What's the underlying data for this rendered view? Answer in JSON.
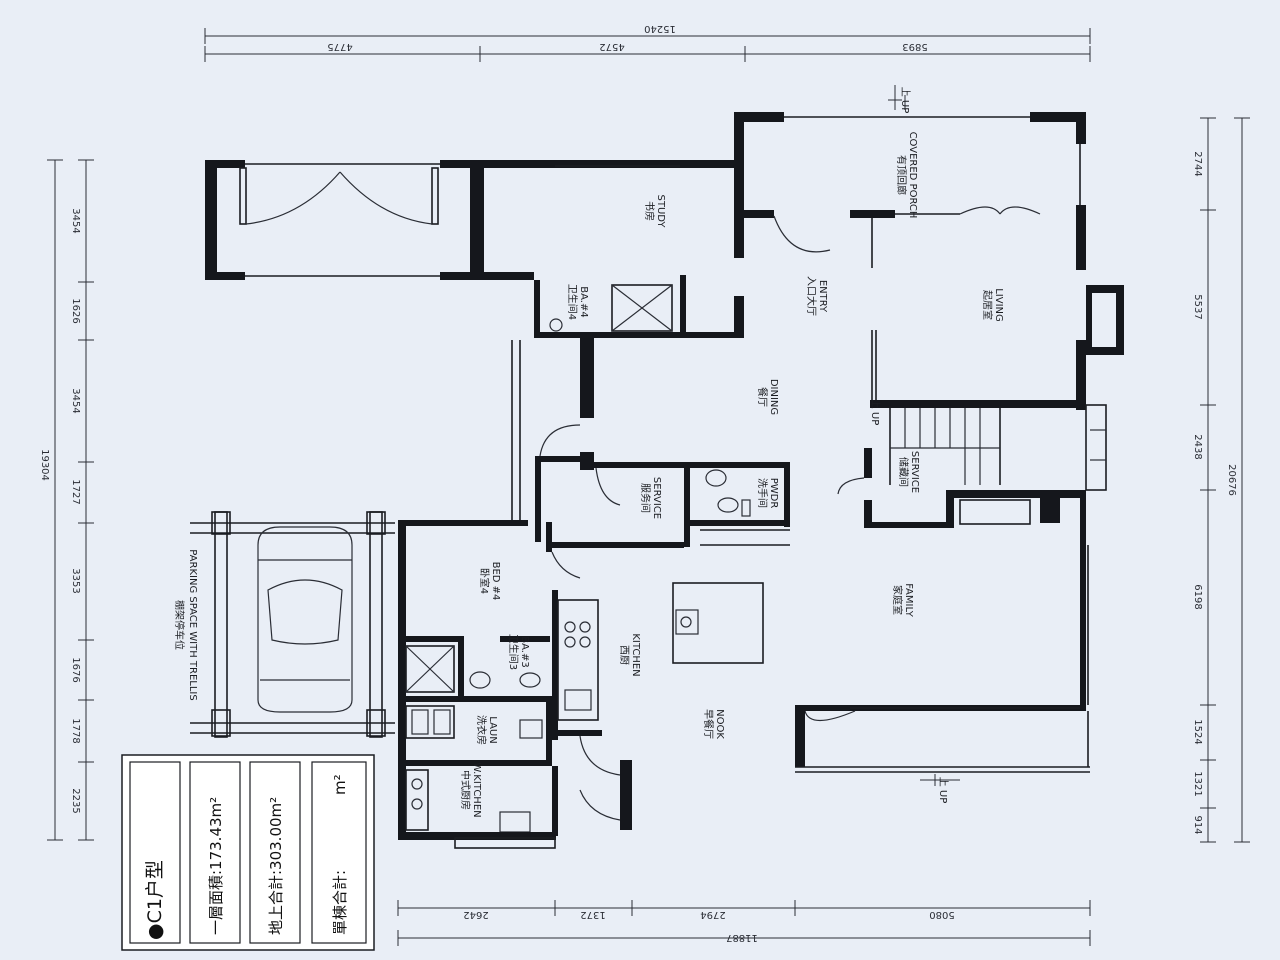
{
  "dimensions": {
    "top": {
      "total": "15240",
      "segments": [
        "4775",
        "4572",
        "5893"
      ]
    },
    "left": {
      "total": "19304",
      "segments": [
        "3454",
        "1626",
        "3454",
        "1727",
        "3353",
        "1676",
        "1778",
        "2235"
      ]
    },
    "right": {
      "total": "20676",
      "segments": [
        "2744",
        "5537",
        "2438",
        "6198",
        "1524",
        "1321",
        "914"
      ]
    },
    "bottom": {
      "total": "11887",
      "segments": [
        "2642",
        "1372",
        "2794",
        "5080"
      ]
    }
  },
  "rooms": {
    "study": {
      "zh": "书房",
      "en": "STUDY"
    },
    "covered_porch": {
      "zh": "有顶回廊",
      "en": "COVERED PORCH"
    },
    "entry": {
      "zh": "入口大厅",
      "en": "ENTRY"
    },
    "living": {
      "zh": "起居室",
      "en": "LIVING"
    },
    "bath4": {
      "zh": "卫生间4",
      "en": "BA.#4"
    },
    "dining": {
      "zh": "餐厅",
      "en": "DINING"
    },
    "service": {
      "zh": "服务间",
      "en": "SERVICE"
    },
    "powder": {
      "zh": "洗手间",
      "en": "PWDR"
    },
    "service_stair": {
      "zh": "储藏间",
      "en": "SERVICE"
    },
    "bed4": {
      "zh": "卧室4",
      "en": "BED #4"
    },
    "bath3": {
      "zh": "卫生间3",
      "en": "BA.#3"
    },
    "kitchen": {
      "zh": "西厨",
      "en": "KITCHEN"
    },
    "family": {
      "zh": "家庭室",
      "en": "FAMILY"
    },
    "laundry": {
      "zh": "洗衣房",
      "en": "LAUN"
    },
    "nook": {
      "zh": "早餐厅",
      "en": "NOOK"
    },
    "wok_kitchen": {
      "zh": "中式厨房",
      "en": "W.KITCHEN"
    },
    "parking": {
      "zh": "棚架停车位",
      "en": "PARKING SPACE WITH TRELLIS"
    }
  },
  "markers": {
    "up": "上 UP"
  },
  "legend": {
    "title": "●C1户型",
    "first_floor_area": "一層面積:173.43m²",
    "above_ground_total": "地上合計:303.00m²",
    "building_total_label": "單棟合計:",
    "building_total_unit": "m²"
  },
  "colors": {
    "background": "#e9eef6",
    "wall": "#15171c"
  }
}
